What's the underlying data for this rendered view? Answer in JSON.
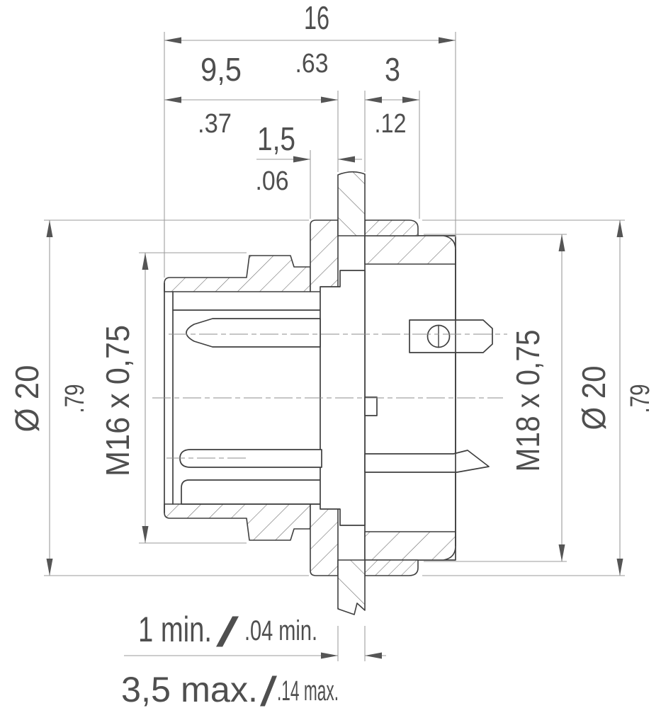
{
  "dimensions": {
    "total_length": {
      "metric": "16",
      "imperial": ".63"
    },
    "front_length": {
      "metric": "9,5",
      "imperial": ".37"
    },
    "rear_thread_length": {
      "metric": "3",
      "imperial": ".12"
    },
    "flange_thickness": {
      "metric": "1,5",
      "imperial": ".06"
    },
    "flange_diameter": {
      "metric": "Ø 20",
      "imperial": ".79"
    },
    "front_thread": {
      "label": "M16 x 0,75"
    },
    "rear_thread": {
      "label": "M18 x 0,75"
    },
    "nut_diameter": {
      "metric": "Ø 20",
      "imperial": ".79"
    },
    "panel_thickness_min": {
      "metric": "1 min.",
      "separator": "/",
      "imperial": ".04 min."
    },
    "panel_thickness_max": {
      "metric": "3,5 max.",
      "separator": "/",
      "imperial": ".14 max."
    }
  },
  "colors": {
    "background": "#ffffff",
    "outline": "#3f3f3f",
    "hatch": "#6e6e6e",
    "dimension_line": "#9b9b9b",
    "arrow": "#555555",
    "text": "#4f4f4f"
  }
}
